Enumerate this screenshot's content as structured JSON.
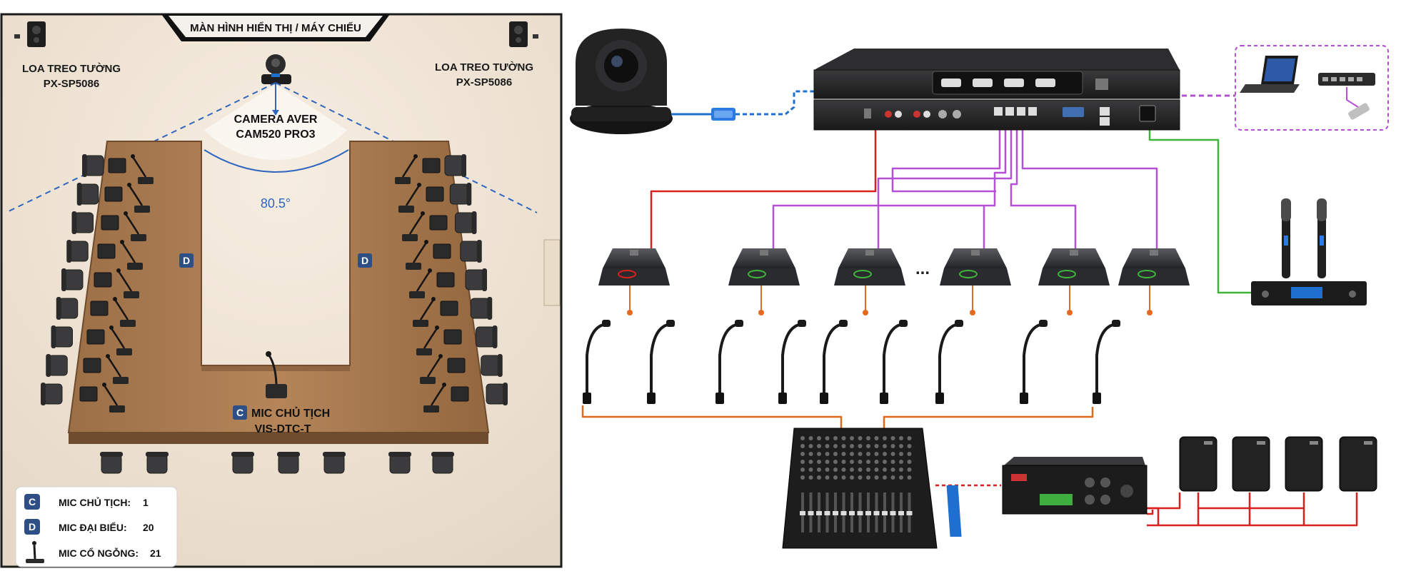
{
  "room": {
    "screen_label": "MÀN HÌNH HIỂN THỊ / MÁY CHIẾU",
    "speaker_left": {
      "line1": "LOA TREO TƯỜNG",
      "line2": "PX-SP5086"
    },
    "speaker_right": {
      "line1": "LOA TREO TƯỜNG",
      "line2": "PX-SP5086"
    },
    "camera": {
      "line1": "CAMERA AVER",
      "line2": "CAM520 PRO3"
    },
    "angle": "80.5°",
    "chairman_mic": {
      "badge": "C",
      "line1": "MIC CHỦ TỊCH",
      "line2": "VIS-DTC-T"
    },
    "delegate_badge_left": "D",
    "delegate_badge_right": "D"
  },
  "legend": {
    "items": [
      {
        "badge": "C",
        "label": "MIC CHỦ TỊCH:",
        "count": "1"
      },
      {
        "badge": "D",
        "label": "MIC ĐẠI BIỂU:",
        "count": "20"
      },
      {
        "badge": "",
        "label": "MIC CỔ NGỖNG:",
        "count": "21"
      }
    ]
  },
  "system": {
    "ellipsis": "...",
    "colors": {
      "red": "#d9201c",
      "purple": "#b44fd6",
      "orange": "#e36a1c",
      "green": "#3db53a",
      "blue": "#1f6fd1",
      "badge": "#2d4f86"
    }
  }
}
